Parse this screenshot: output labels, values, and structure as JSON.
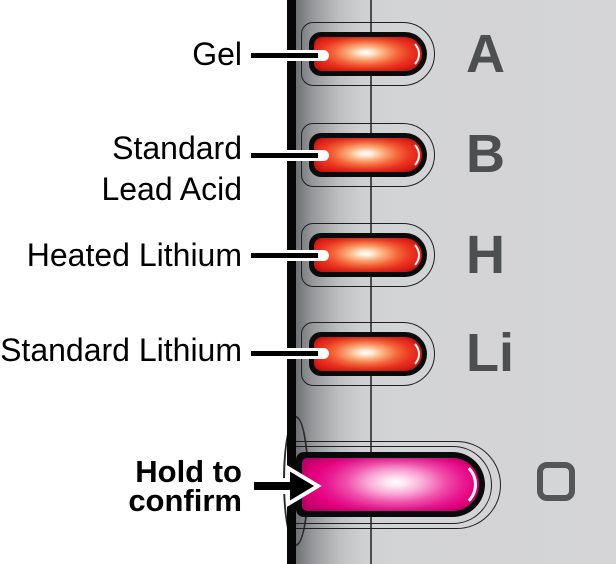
{
  "figure": {
    "type": "battery-type-selector-panel",
    "battery_options": [
      {
        "lines": [
          "Gel"
        ],
        "indicator": "A",
        "led_color": "red",
        "led_state": "lit"
      },
      {
        "lines": [
          "Standard",
          "Lead Acid"
        ],
        "indicator": "B",
        "led_color": "red",
        "led_state": "lit"
      },
      {
        "lines": [
          "Heated Lithium"
        ],
        "indicator": "H",
        "led_color": "red",
        "led_state": "lit"
      },
      {
        "lines": [
          "Standard Lithium"
        ],
        "indicator": "Li",
        "led_color": "red",
        "led_state": "lit"
      }
    ],
    "confirm_action": {
      "lines": [
        "Hold to",
        "confirm"
      ],
      "indicator_icon": "rounded-square-outline",
      "led_color": "magenta",
      "led_state": "lit"
    },
    "colors": {
      "led_red": "#e2231a",
      "led_magenta": "#e6007e",
      "indicator_letter_gray": "#4d4e50",
      "panel_gray": "#d3d4d6",
      "label_text": "#000000"
    }
  }
}
